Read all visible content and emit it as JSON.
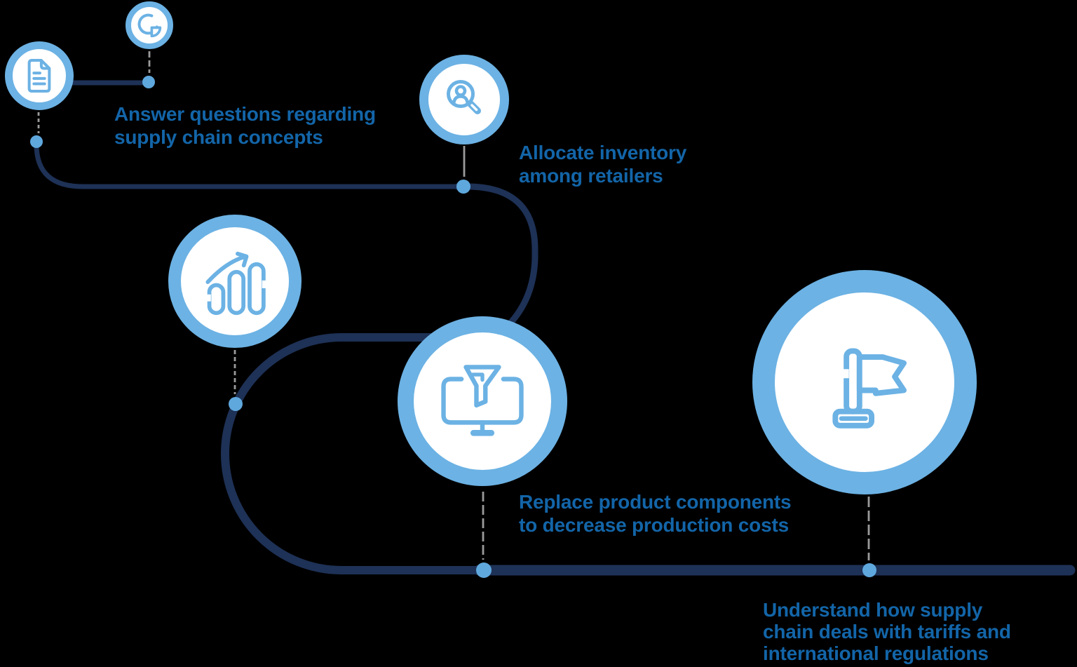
{
  "colors": {
    "bg": "#000000",
    "accent": "#6CB2E4",
    "dot": "#5FA8DD",
    "trail": "#1E3156",
    "connector": "#9A9A9A",
    "text": "#1365A8",
    "circle-fill": "#FFFFFF"
  },
  "labels": {
    "answer": "Answer questions regarding\nsupply chain concepts",
    "allocate": "Allocate inventory\namong retailers",
    "replace": "Replace product components\nto decrease production costs",
    "understand": "Understand how supply\nchain deals with tariffs and\ninternational regulations"
  },
  "icons": [
    "document-icon",
    "pie-chart-icon",
    "user-search-icon",
    "growth-chart-icon",
    "funnel-monitor-icon",
    "goal-flag-icon"
  ]
}
